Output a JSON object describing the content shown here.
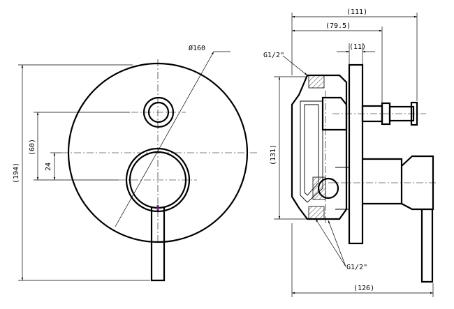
{
  "front_view": {
    "dims": {
      "diameter": "Ø160",
      "overall_height": "(194)",
      "spacing": "(60)",
      "offset": "24"
    }
  },
  "side_view": {
    "dims": {
      "overall_depth": "(111)",
      "mid_depth": "(79.5)",
      "small_depth": "(11)",
      "body_height": "(131)",
      "bottom_depth": "(126)"
    },
    "threads": {
      "top": "G1/2\"",
      "bottom": "G1/2\""
    }
  },
  "colors": {
    "line": "#000000",
    "accent": "#7a2a8a"
  }
}
